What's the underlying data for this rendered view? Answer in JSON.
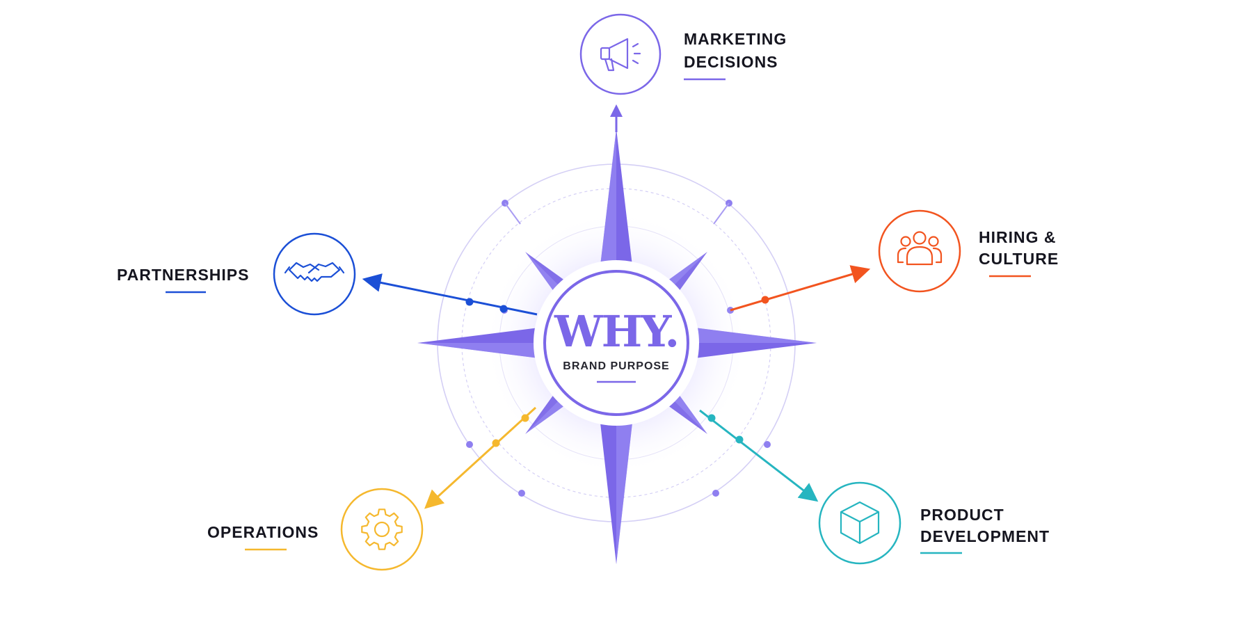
{
  "center": {
    "title": "WHY.",
    "subtitle": "BRAND PURPOSE"
  },
  "nodes": [
    {
      "id": "marketing",
      "label_lines": [
        "MARKETING",
        "DECISIONS"
      ],
      "icon": "megaphone-icon",
      "color": "#7b67e8"
    },
    {
      "id": "hiring",
      "label_lines": [
        "HIRING &",
        "CULTURE"
      ],
      "icon": "people-icon",
      "color": "#f2541f"
    },
    {
      "id": "product",
      "label_lines": [
        "PRODUCT",
        "DEVELOPMENT"
      ],
      "icon": "cube-icon",
      "color": "#26b5c0"
    },
    {
      "id": "operations",
      "label_lines": [
        "OPERATIONS"
      ],
      "icon": "gear-icon",
      "color": "#f5b82e"
    },
    {
      "id": "partnerships",
      "label_lines": [
        "PARTNERSHIPS"
      ],
      "icon": "handshake-icon",
      "color": "#1b4fd6"
    }
  ],
  "colors": {
    "star": "#7b67e8",
    "ring": "#c9c3f2"
  }
}
